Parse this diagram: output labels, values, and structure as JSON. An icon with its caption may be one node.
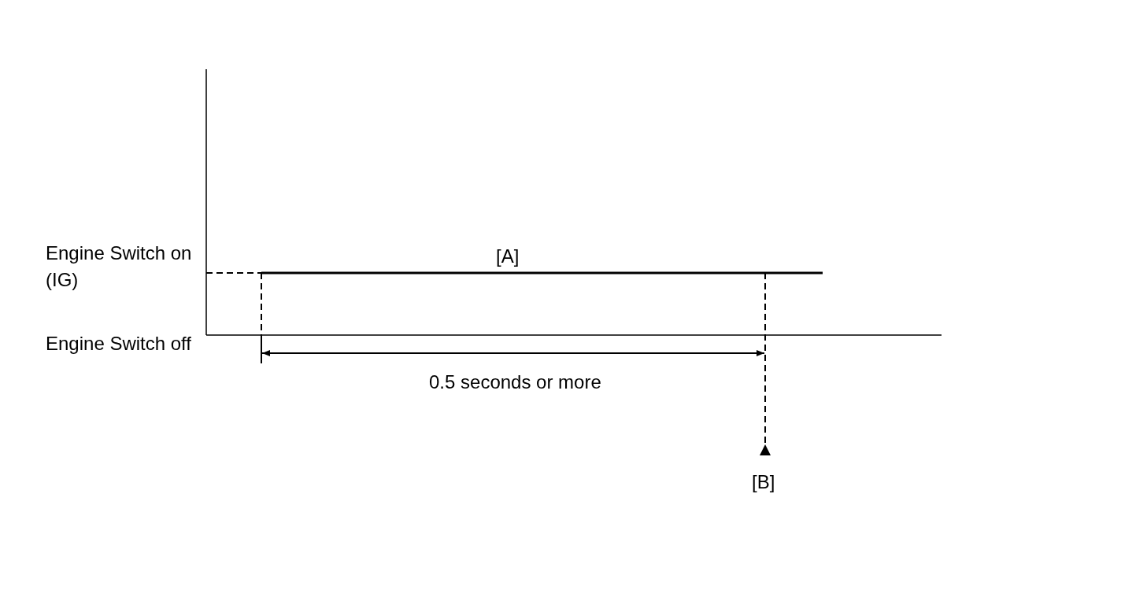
{
  "diagram": {
    "labels": [
      "Engine Switch on (IG)",
      "[A]",
      "Engine Switch off",
      "0.5 seconds or more",
      "[B]"
    ]
  }
}
